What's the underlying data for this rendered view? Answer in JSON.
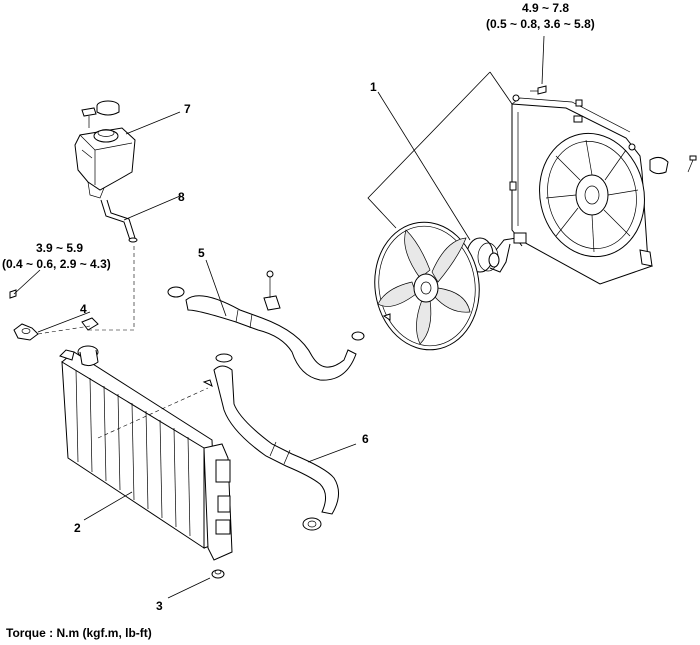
{
  "callouts": {
    "c1": "1",
    "c2": "2",
    "c3": "3",
    "c4": "4",
    "c5": "5",
    "c6": "6",
    "c7": "7",
    "c8": "8"
  },
  "torque_specs": {
    "fan_bolt": {
      "nm": "4.9 ~ 7.8",
      "alt": "(0.5 ~ 0.8, 3.6 ~ 5.8)"
    },
    "radiator_bolt": {
      "nm": "3.9 ~ 5.9",
      "alt": "(0.4 ~ 0.6, 2.9 ~ 4.3)"
    }
  },
  "torque_note": "Torque : N.m (kgf.m, lb-ft)"
}
